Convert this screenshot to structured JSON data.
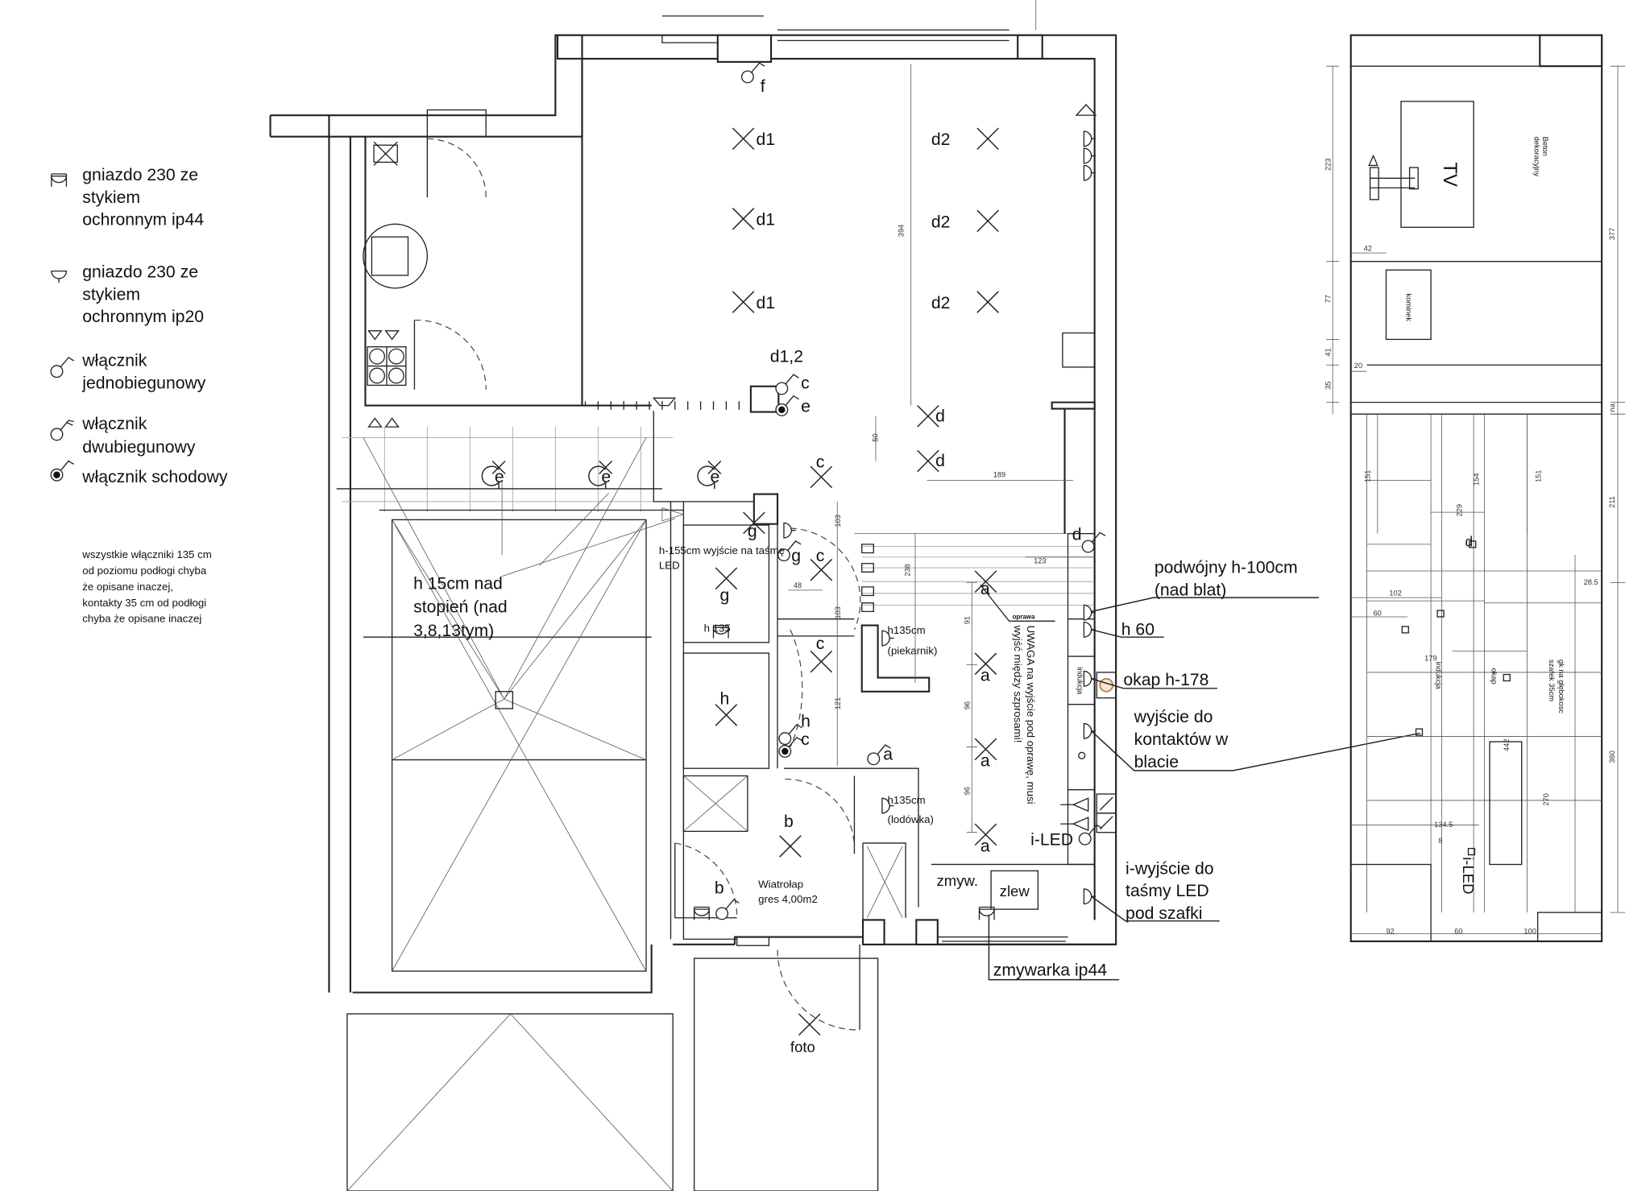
{
  "legend": {
    "items": [
      {
        "icon": "socket-ip44-icon",
        "lines": [
          "gniazdo 230 ze",
          "stykiem",
          "ochronnym ip44"
        ]
      },
      {
        "icon": "socket-ip20-icon",
        "lines": [
          "gniazdo 230 ze",
          "stykiem",
          "ochronnym ip20"
        ]
      },
      {
        "icon": "single-pole-switch-icon",
        "lines": [
          "włącznik",
          "jednobiegunowy"
        ]
      },
      {
        "icon": "double-pole-switch-icon",
        "lines": [
          "włącznik",
          "dwubiegunowy"
        ]
      },
      {
        "icon": "staircase-switch-icon",
        "lines": [
          "włącznik schodowy"
        ]
      }
    ],
    "note": [
      "wszystkie włączniki 135 cm",
      "od poziomu podłogi chyba",
      "że opisane inaczej,",
      "kontakty 35 cm od podłogi",
      "chyba że opisane inaczej"
    ]
  },
  "plan": {
    "circuits": {
      "f": "f",
      "d1": "d1",
      "d2": "d2",
      "d12": "d1,2",
      "c": "c",
      "e": "e",
      "d": "d",
      "g": "g",
      "h": "h",
      "a": "a",
      "b": "b"
    },
    "notes": {
      "h135": "h 135",
      "led_strip": [
        "h-155cm wyjście na taśmę",
        "LED"
      ],
      "stairs": [
        "h 15cm nad",
        "stopień (nad",
        "3,8,13tym)"
      ],
      "oven": [
        "h135cm",
        "(piekarnik)"
      ],
      "fridge": [
        "h135cm",
        "(lodówka)"
      ],
      "warning": [
        "UWAGA na wyjście pod oprawę, musi",
        "wyjść między szprosami!"
      ],
      "fixture": "oprawa",
      "induction": "indukcja",
      "vestibule": [
        "Wiatrołap",
        "gres  4,00m2"
      ],
      "photo": "foto",
      "dishwasher_short": "zmyw.",
      "sink": "zlew",
      "iled": "i-LED"
    },
    "callouts": {
      "double": [
        "podwójny h-100cm",
        "(nad blat)"
      ],
      "h60": "h 60",
      "hood": "okap h-178",
      "countertop": [
        "wyjście do",
        "kontaktów w",
        "blacie"
      ],
      "led": [
        "i-wyjście do",
        "taśmy LED",
        "pod szafki"
      ],
      "dishwasher": "zmywarka ip44"
    },
    "dimensions": {
      "d394": "394",
      "d50": "50",
      "d189": "189",
      "d123": "123",
      "d238": "238",
      "d103a": "103",
      "d48": "48",
      "d103b": "103",
      "d121": "121",
      "d91": "91",
      "d96a": "96",
      "d96b": "96"
    }
  },
  "elevation": {
    "labels": {
      "tv": "TV",
      "concrete": [
        "Beton",
        "dekoracyjny"
      ],
      "fireplace": "kominek",
      "induction": "indukcja",
      "hood": "okap",
      "depth": [
        "gk na głębokosc",
        "szafek 35cm"
      ],
      "iled": "i-LED",
      "d": "d"
    },
    "dimensions": {
      "d223": "223",
      "d77": "77",
      "d41": "41",
      "d35": "35",
      "d42": "42",
      "d20": "20",
      "d377": "377",
      "dna": "na",
      "d211": "211",
      "d360": "360",
      "d151a": "151",
      "d154": "154",
      "d151b": "151",
      "d229": "229",
      "d102": "102",
      "d60a": "60",
      "d285": "28.5",
      "d179": "179",
      "d442": "442",
      "d270": "270",
      "d1345": "134.5",
      "d8": "8",
      "d92": "92",
      "d60b": "60",
      "d100": "100"
    }
  }
}
